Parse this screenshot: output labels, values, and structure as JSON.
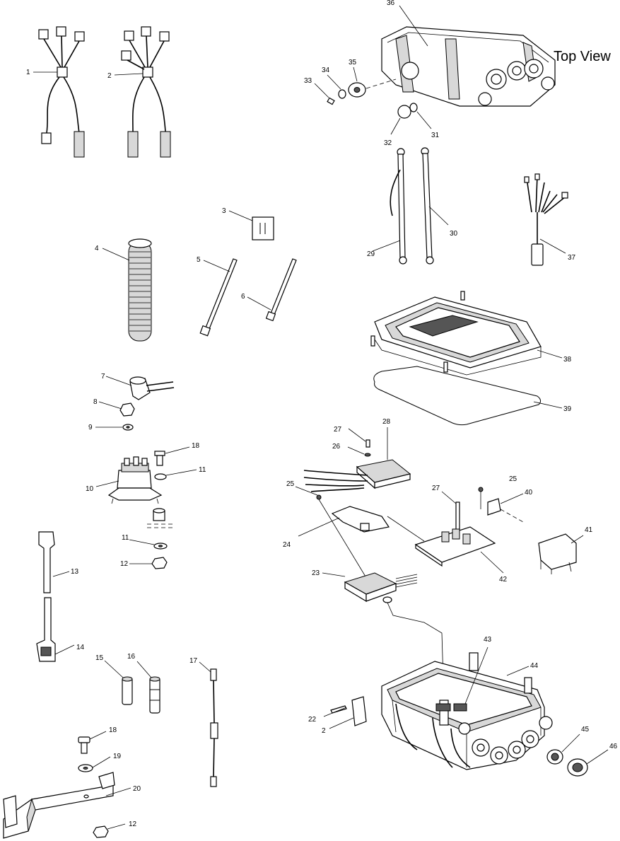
{
  "diagram": {
    "title": "Top View",
    "callouts": {
      "c1": "1",
      "c2": "2",
      "c2b": "2",
      "c3": "3",
      "c4": "4",
      "c5": "5",
      "c6": "6",
      "c7": "7",
      "c8": "8",
      "c9": "9",
      "c10": "10",
      "c11a": "11",
      "c11b": "11",
      "c12a": "12",
      "c12b": "12",
      "c13": "13",
      "c14": "14",
      "c15": "15",
      "c16": "16",
      "c17": "17",
      "c18a": "18",
      "c18b": "18",
      "c19": "19",
      "c20": "20",
      "c22": "22",
      "c23": "23",
      "c24": "24",
      "c25a": "25",
      "c25b": "25",
      "c26": "26",
      "c27a": "27",
      "c27b": "27",
      "c28": "28",
      "c29": "29",
      "c30": "30",
      "c31": "31",
      "c32": "32",
      "c33": "33",
      "c34": "34",
      "c35": "35",
      "c36": "36",
      "c37": "37",
      "c38": "38",
      "c39": "39",
      "c40": "40",
      "c41": "41",
      "c42": "42",
      "c43": "43",
      "c44": "44",
      "c45": "45",
      "c46": "46"
    }
  }
}
